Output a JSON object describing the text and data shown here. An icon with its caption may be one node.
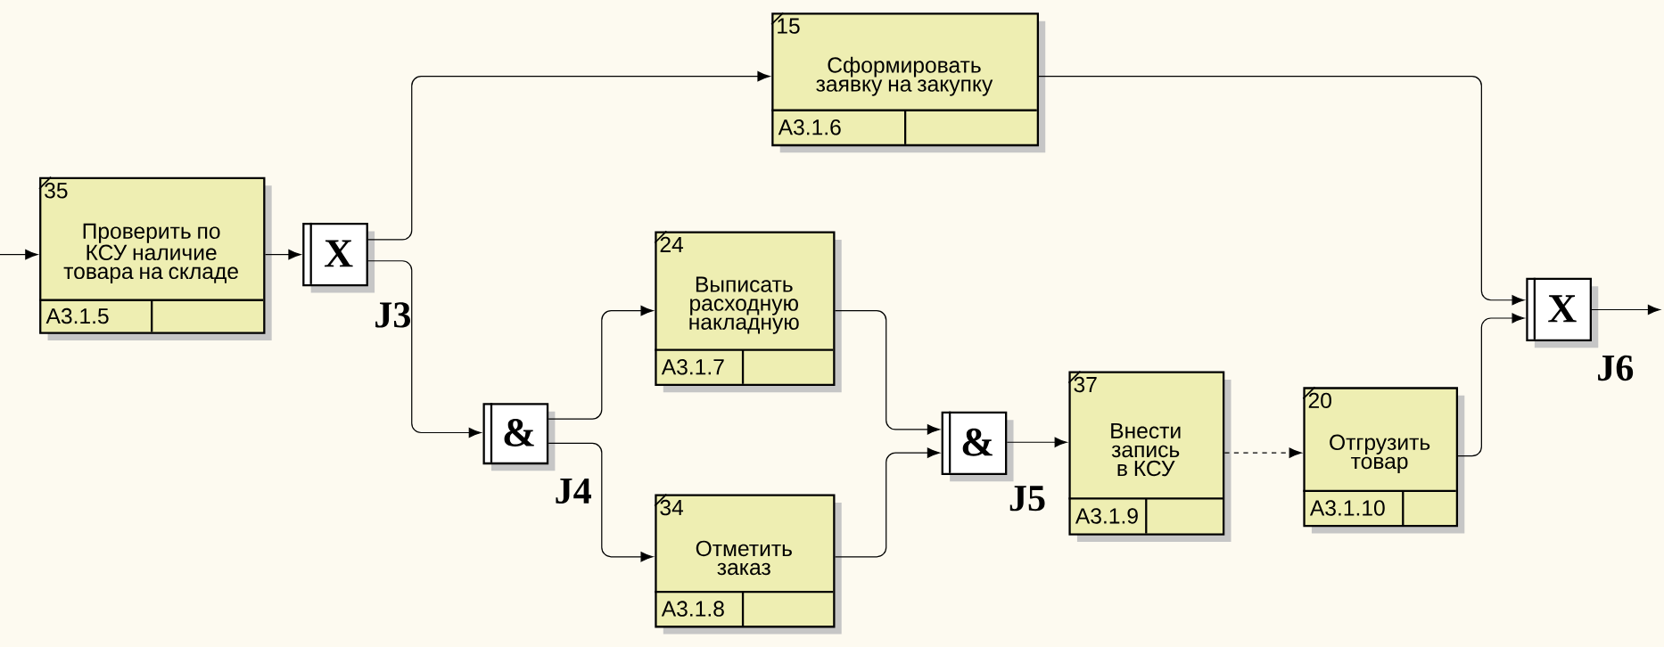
{
  "diagram": {
    "nodes": [
      {
        "text": [
          "35",
          "Проверить по КСУ наличие товара на складе",
          "А3.1.5"
        ]
      },
      {
        "text": [
          "X"
        ],
        "beside": [
          "J3"
        ]
      },
      {
        "text": [
          "15",
          "Сформировать заявку на закупку",
          "А3.1.6"
        ]
      },
      {
        "text": [
          "24",
          "Выписать расходную накладную",
          "А3.1.7"
        ]
      },
      {
        "text": [
          "&"
        ],
        "beside": [
          "J4"
        ]
      },
      {
        "text": [
          "34",
          "Отметить заказ",
          "А3.1.8"
        ]
      },
      {
        "text": [
          "&"
        ],
        "beside": [
          "J5"
        ]
      },
      {
        "text": [
          "37",
          "Внести запись в КСУ",
          "А3.1.9"
        ]
      },
      {
        "text": [
          "20",
          "Отгрузить товар",
          "А3.1.10"
        ]
      },
      {
        "text": [
          "X"
        ],
        "beside": [
          "J6"
        ]
      }
    ],
    "edges": [
      {
        "from": null,
        "to": 0,
        "arrow": "to"
      },
      {
        "from": 0,
        "to": 1,
        "arrow": "to"
      },
      {
        "from": 1,
        "to": 2,
        "arrow": "to"
      },
      {
        "from": 1,
        "to": 4,
        "arrow": "to"
      },
      {
        "from": 4,
        "to": 3,
        "arrow": "to"
      },
      {
        "from": 4,
        "to": 5,
        "arrow": "to"
      },
      {
        "from": 3,
        "to": 6,
        "arrow": "to"
      },
      {
        "from": 5,
        "to": 6,
        "arrow": "to"
      },
      {
        "from": 6,
        "to": 7,
        "arrow": "to"
      },
      {
        "from": 7,
        "to": 8,
        "arrow": "to",
        "style": "dashed"
      },
      {
        "from": 2,
        "to": 9,
        "arrow": "to"
      },
      {
        "from": 8,
        "to": 9,
        "arrow": "to"
      },
      {
        "from": 9,
        "to": null,
        "arrow": "to"
      }
    ]
  }
}
